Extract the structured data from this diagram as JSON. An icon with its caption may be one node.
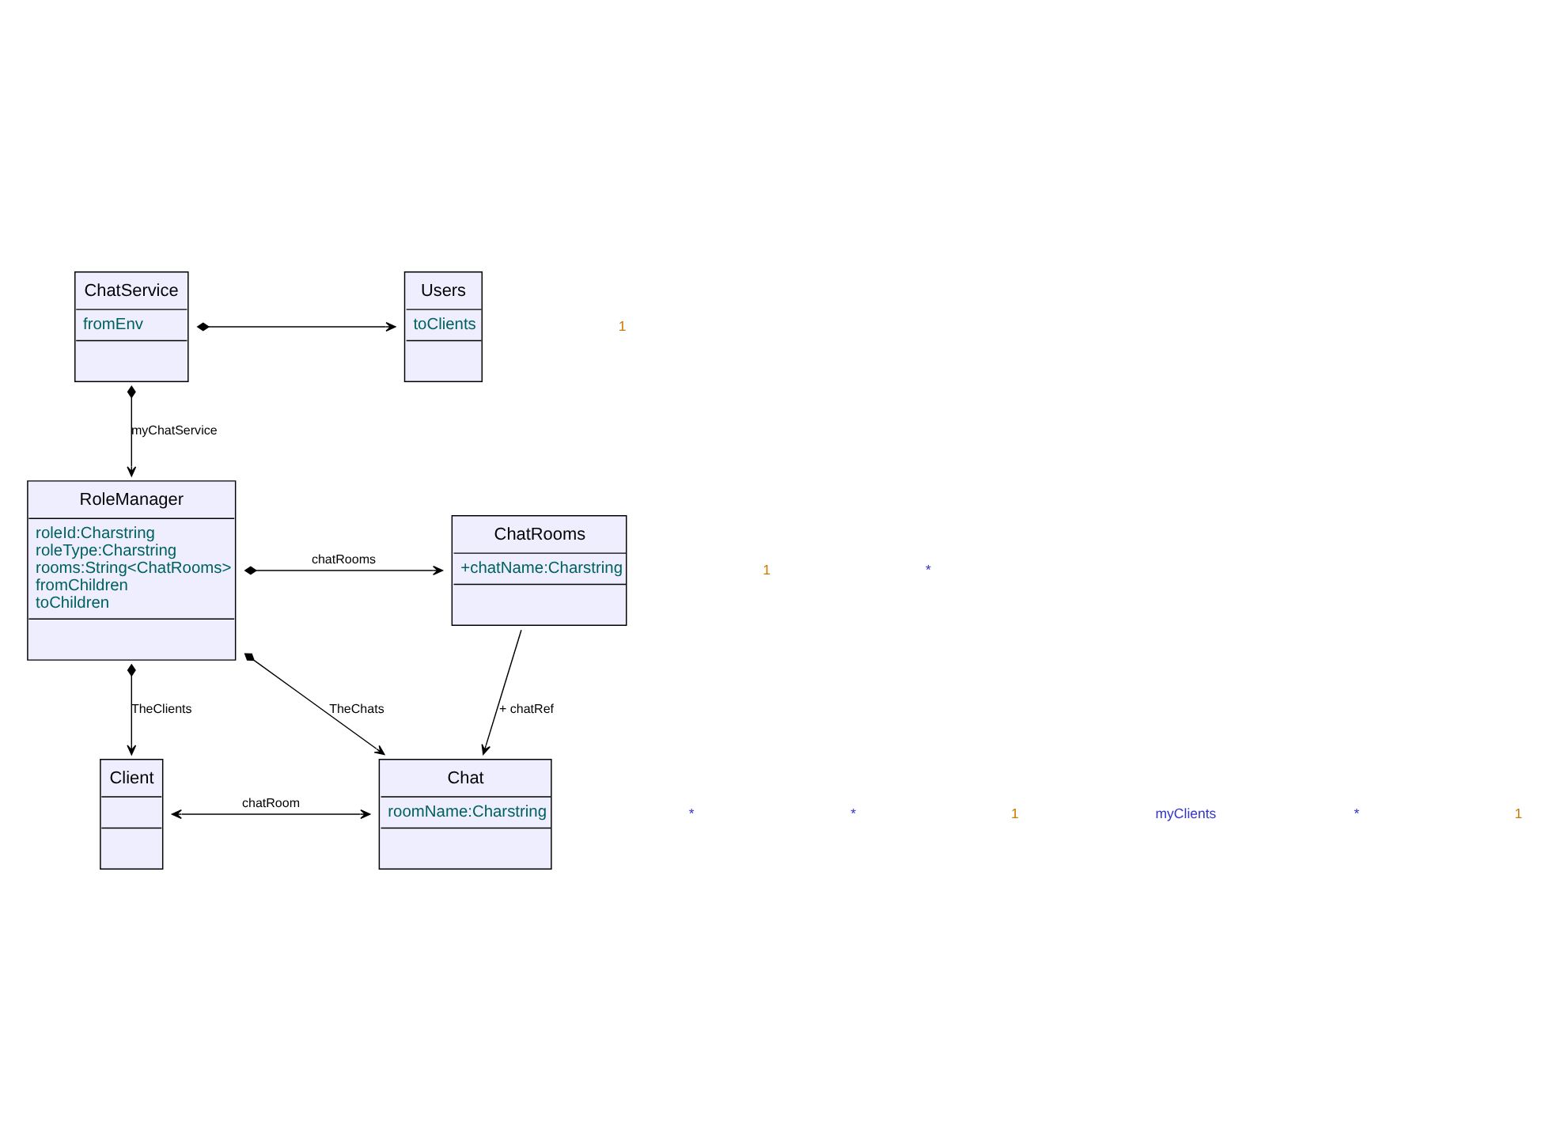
{
  "diagram": {
    "nodes": [
      {
        "text": [
          "ChatService",
          "fromEnv"
        ]
      },
      {
        "text": [
          "Users",
          "toClients"
        ]
      },
      {
        "text": [
          "RoleManager",
          "roleId:Charstring",
          "roleType:Charstring",
          "rooms:String<ChatRooms>",
          "fromChildren",
          "toChildren"
        ]
      },
      {
        "text": [
          "ChatRooms",
          "+chatName:Charstring"
        ]
      },
      {
        "text": [
          "Client"
        ]
      },
      {
        "text": [
          "Chat",
          "roomName:Charstring"
        ]
      }
    ],
    "edges": [
      {
        "from": 0,
        "to": 1,
        "arrow": "to"
      },
      {
        "from": 0,
        "to": 2,
        "arrow": "to",
        "label": "myChatService"
      },
      {
        "from": 2,
        "to": 3,
        "arrow": "to",
        "label": "chatRooms"
      },
      {
        "from": 2,
        "to": 4,
        "arrow": "to",
        "label": "TheClients"
      },
      {
        "from": 2,
        "to": 5,
        "arrow": "to",
        "label": "TheChats"
      },
      {
        "from": 3,
        "to": 5,
        "arrow": "to",
        "label": "+ chatRef"
      },
      {
        "from": 4,
        "to": 5,
        "arrow": "both",
        "label": "chatRoom"
      }
    ],
    "labels": [
      "1",
      "1",
      "*",
      "*",
      "*",
      "1",
      "myClients",
      "*",
      "1"
    ]
  }
}
